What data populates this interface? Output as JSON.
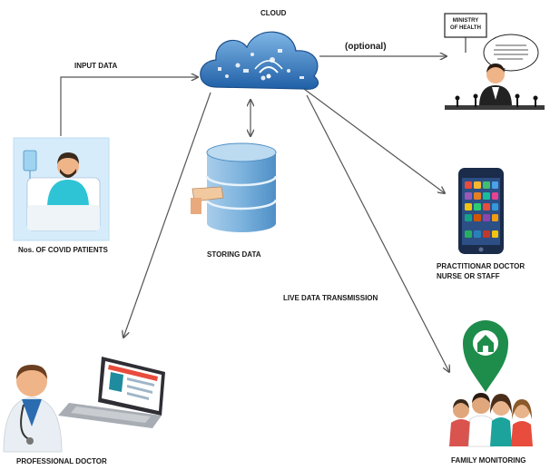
{
  "labels": {
    "cloud": "CLOUD",
    "input_data": "INPUT DATA",
    "optional": "(optional)",
    "ministry_line1": "MINISTRY",
    "ministry_line2": "OF HEALTH",
    "patients": "Nos. OF COVID PATIENTS",
    "storing": "STORING DATA",
    "practitioner_line1": "PRACTITIONAR DOCTOR",
    "practitioner_line2": "NURSE OR STAFF",
    "live": "LIVE DATA TRANSMISSION",
    "professional": "PROFESSIONAL DOCTOR",
    "family": "FAMILY MONITORING"
  },
  "colors": {
    "cloud_blue": "#2f7fc7",
    "database_blue": "#6aa9d8",
    "pin_green": "#1e8c4a",
    "arrow": "#555555"
  },
  "icons": [
    "cloud-icon",
    "patient-icon",
    "database-icon",
    "ministry-speaker-icon",
    "smartphone-icon",
    "laptop-icon",
    "doctor-icon",
    "location-pin-icon",
    "family-icon"
  ]
}
